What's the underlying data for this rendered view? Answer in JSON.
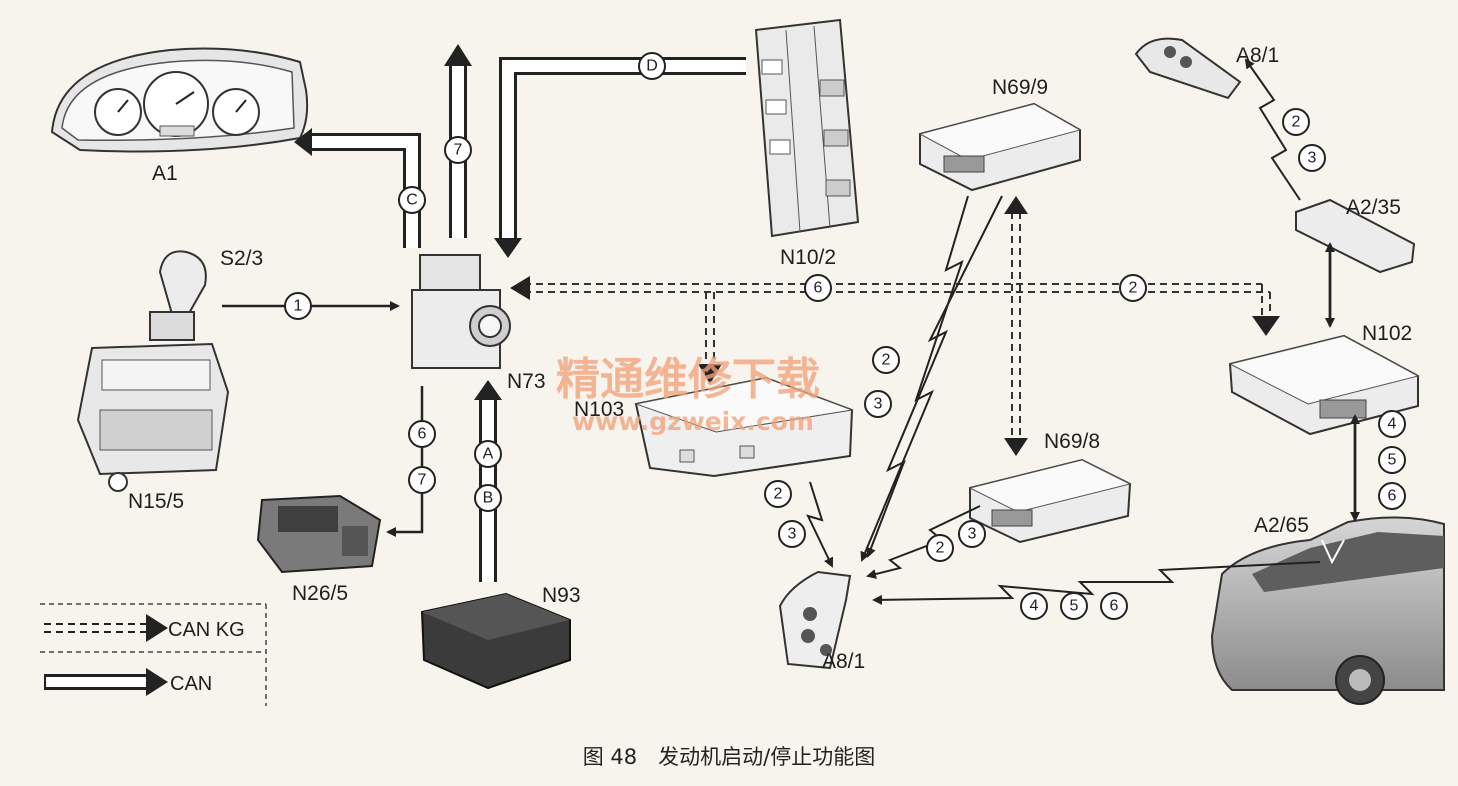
{
  "labels": {
    "A1": "A1",
    "S2_3": "S2/3",
    "N15_5": "N15/5",
    "N26_5": "N26/5",
    "N73": "N73",
    "N93": "N93",
    "N10_2": "N10/2",
    "N103": "N103",
    "N69_9": "N69/9",
    "N69_8": "N69/8",
    "A8_1_top": "A8/1",
    "A2_35": "A2/35",
    "N102": "N102",
    "A2_65": "A2/65",
    "A8_1_bottom": "A8/1"
  },
  "markers": {
    "s1": "1",
    "c": "C",
    "s7a": "7",
    "d": "D",
    "s6bus": "6",
    "s2bus": "2",
    "s6b": "6",
    "s7b": "7",
    "a": "A",
    "b": "B",
    "s2top": "2",
    "s3top": "3",
    "s4": "4",
    "s5": "5",
    "s6r": "6",
    "s2n103": "2",
    "s3n103": "3",
    "s2n699": "2",
    "s3n699": "3",
    "s2n698": "2",
    "s3n698": "3",
    "s4car": "4",
    "s5car": "5",
    "s6car": "6"
  },
  "legend": {
    "can_kg": "CAN KG",
    "can": "CAN"
  },
  "watermark": {
    "title": "精通维修下载",
    "url": "www.gzweix.com"
  },
  "caption": "图 48　发动机启动/停止功能图"
}
